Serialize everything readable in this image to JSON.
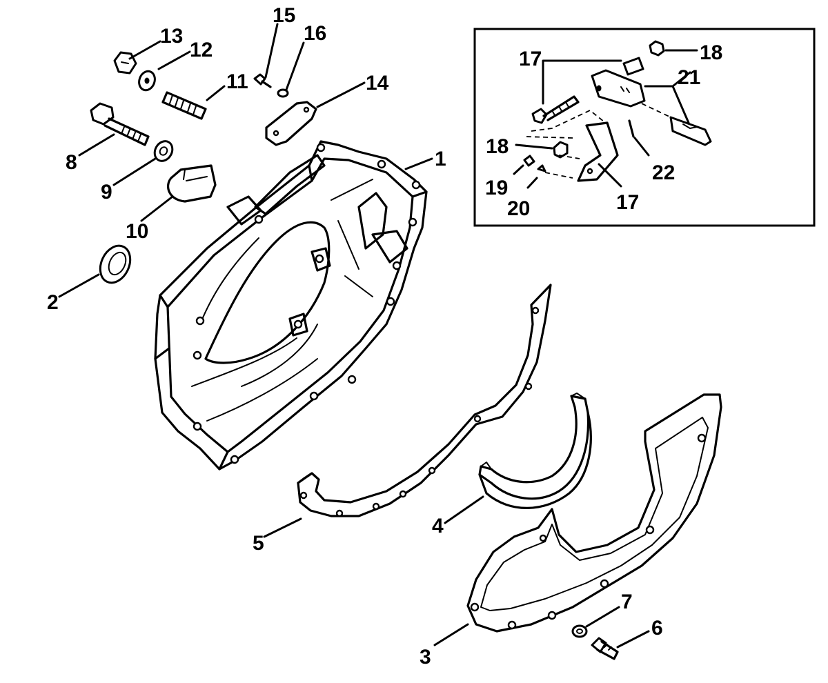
{
  "callouts": {
    "c1": "1",
    "c2": "2",
    "c3": "3",
    "c4": "4",
    "c5": "5",
    "c6": "6",
    "c7": "7",
    "c8": "8",
    "c9": "9",
    "c10": "10",
    "c11": "11",
    "c12": "12",
    "c13": "13",
    "c14": "14",
    "c15": "15",
    "c16": "16",
    "inset_17a": "17",
    "inset_17b": "17",
    "inset_18a": "18",
    "inset_18b": "18",
    "inset_19": "19",
    "inset_20": "20",
    "inset_21": "21",
    "inset_22": "22"
  }
}
